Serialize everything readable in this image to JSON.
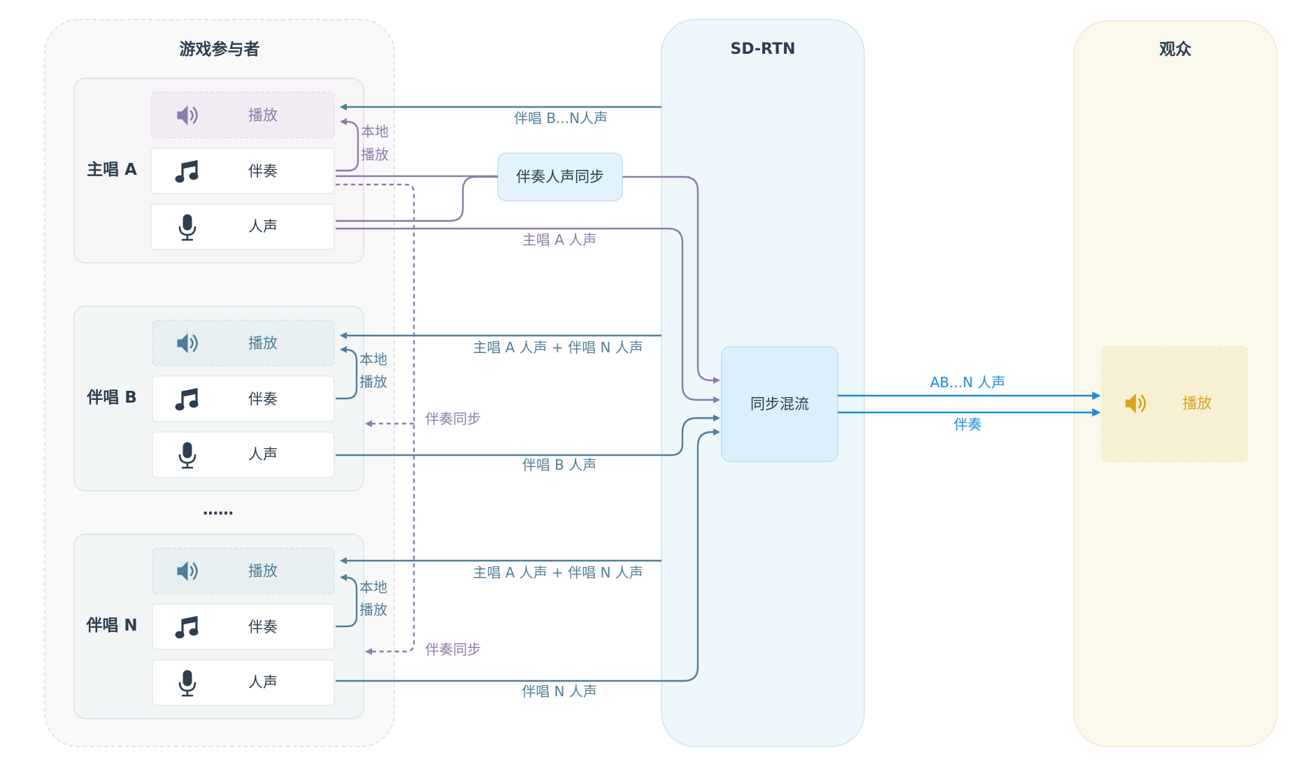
{
  "columns": {
    "participants": "游戏参与者",
    "network": "SD-RTN",
    "audience": "观众"
  },
  "groups": [
    {
      "title": "主唱 A",
      "play": "播放",
      "accompaniment": "伴奏",
      "vocal": "人声",
      "local_label_1": "本地",
      "local_label_2": "播放"
    },
    {
      "title": "伴唱 B",
      "play": "播放",
      "accompaniment": "伴奏",
      "vocal": "人声",
      "local_label_1": "本地",
      "local_label_2": "播放"
    },
    {
      "title": "伴唱 N",
      "play": "播放",
      "accompaniment": "伴奏",
      "vocal": "人声",
      "local_label_1": "本地",
      "local_label_2": "播放"
    }
  ],
  "ellipsis": "……",
  "sync_box": "伴奏人声同步",
  "mix_box": "同步混流",
  "audience_play": "播放",
  "edges": {
    "to_a": "伴唱 B...N人声",
    "lead_vocal": "主唱 A 人声",
    "to_b": "主唱 A 人声 + 伴唱 N 人声",
    "sync_b": "伴奏同步",
    "vocal_b": "伴唱 B 人声",
    "to_n": "主唱 A 人声 + 伴唱 N 人声",
    "sync_n": "伴奏同步",
    "vocal_n": "伴唱 N 人声",
    "out_vocal": "AB...N 人声",
    "out_accompaniment": "伴奏"
  },
  "colors": {
    "purple": "#8e7bab",
    "teal": "#4f7f99",
    "blue": "#1a8ce0",
    "gold": "#d4a521",
    "dark": "#2c3e50"
  },
  "icons": [
    "speaker-icon",
    "music-note-icon",
    "microphone-icon"
  ]
}
